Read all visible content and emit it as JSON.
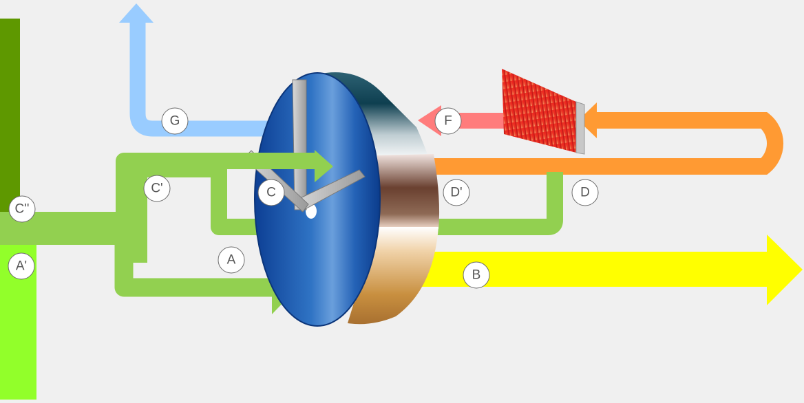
{
  "diagram": {
    "labels": {
      "a": "A",
      "a_prime": "A'",
      "b": "B",
      "c": "C",
      "c_prime": "C'",
      "c_double_prime": "C''",
      "d": "D",
      "d_prime": "D'",
      "f": "F",
      "g": "G"
    },
    "colors": {
      "background": "#f0f0f0",
      "supply_air_green": "#92d050",
      "outdoor_air_light_green": "#92ff2a",
      "exhaust_dark_green": "#5e9800",
      "process_air_yellow": "#ffff00",
      "regeneration_orange": "#ff9a33",
      "heated_air_pink": "#ff7c7c",
      "exhaust_blue": "#99ccff",
      "wheel_blue": "#1a56b0",
      "heater_red": "#ee2222"
    },
    "icons": {
      "wheel": "desiccant-wheel-icon",
      "heater": "heater-coil-icon"
    }
  }
}
